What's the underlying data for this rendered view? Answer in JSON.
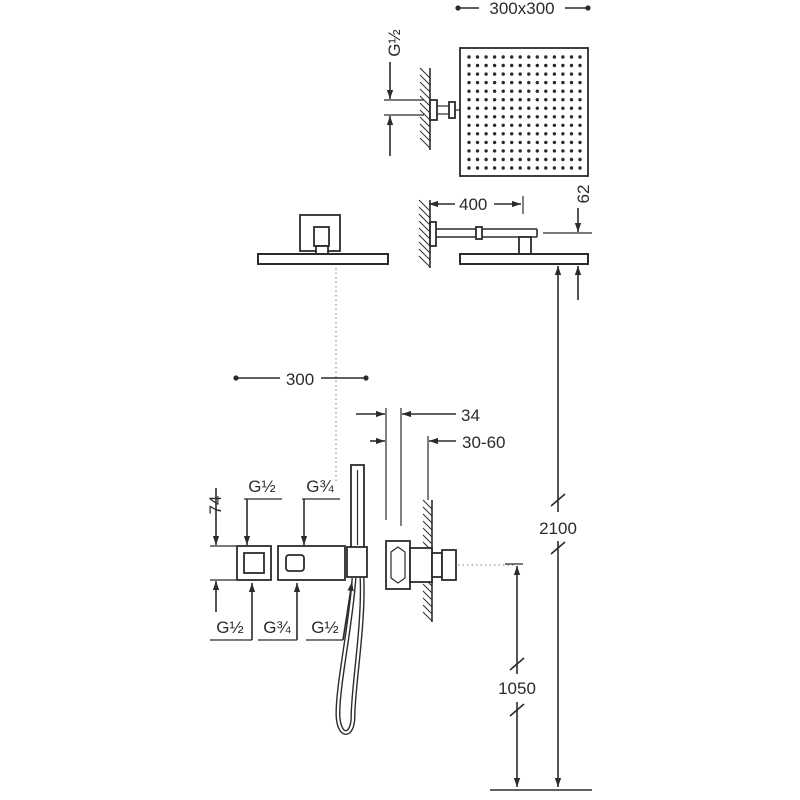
{
  "labels": {
    "head_size": "300x300",
    "inlet_top": "G½",
    "arm_length": "400",
    "head_height": "62",
    "head_width": "300",
    "depth_fixed": "34",
    "depth_range": "30-60",
    "height_head": "2100",
    "height_valve": "1050",
    "box_height": "74",
    "top_left_thread": "G½",
    "top_middle_thread": "G¾",
    "bottom_left_thread": "G½",
    "bottom_middle_thread": "G¾",
    "bottom_right_thread": "G½"
  }
}
